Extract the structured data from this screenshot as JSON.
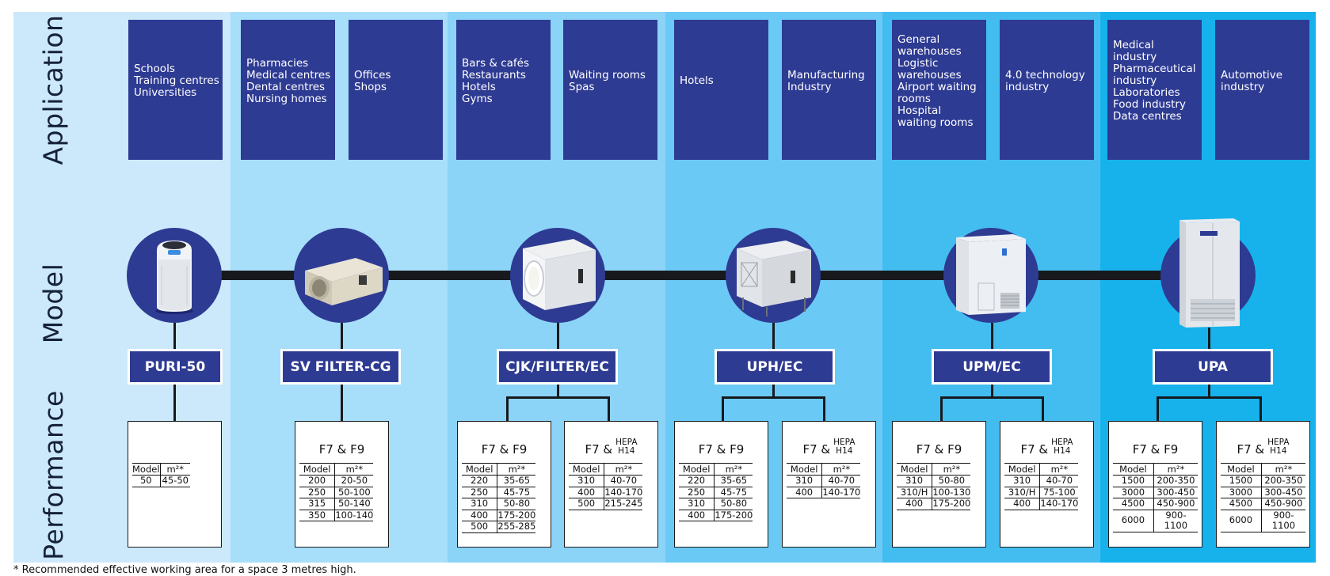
{
  "colors": {
    "bands": [
      "#cbe9fb",
      "#a7defa",
      "#8bd3f7",
      "#6bc9f5",
      "#43bdf0",
      "#17b2ec"
    ],
    "navy": "#2e3b93",
    "line": "#17191d"
  },
  "row_labels": {
    "application": "Application",
    "model": "Model",
    "performance": "Performance"
  },
  "applications": [
    {
      "lines": [
        "Schools",
        "Training centres",
        "Universities"
      ]
    },
    {
      "lines": [
        "Pharmacies",
        "Medical centres",
        "Dental centres",
        "Nursing homes"
      ]
    },
    {
      "lines": [
        "Offices",
        "Shops"
      ]
    },
    {
      "lines": [
        "Bars & cafés",
        "Restaurants",
        "Hotels",
        "Gyms"
      ]
    },
    {
      "lines": [
        "Waiting rooms",
        "Spas"
      ]
    },
    {
      "lines": [
        "Hotels"
      ]
    },
    {
      "lines": [
        "Manufacturing",
        "Industry"
      ]
    },
    {
      "lines": [
        "General",
        "warehouses",
        "Logistic",
        "warehouses",
        "Airport waiting",
        "rooms",
        "Hospital",
        "waiting rooms"
      ]
    },
    {
      "lines": [
        "4.0 technology",
        "industry"
      ]
    },
    {
      "lines": [
        "Medical",
        "industry",
        "Pharmaceutical",
        "industry",
        "Laboratories",
        "Food industry",
        "Data centres"
      ]
    },
    {
      "lines": [
        "Automotive",
        "industry"
      ]
    }
  ],
  "models": [
    {
      "name": "PURI-50",
      "image_icon": "air-purifier-tower-icon"
    },
    {
      "name": "SV FILTER-CG",
      "image_icon": "inline-filter-box-icon"
    },
    {
      "name": "CJK/FILTER/EC",
      "image_icon": "filter-cabinet-round-inlet-icon"
    },
    {
      "name": "UPH/EC",
      "image_icon": "purification-unit-cube-icon"
    },
    {
      "name": "UPM/EC",
      "image_icon": "purification-unit-tall-icon"
    },
    {
      "name": "UPA",
      "image_icon": "purification-unit-cabinet-icon"
    }
  ],
  "performance": {
    "header_model": "Model",
    "header_area": "m²*",
    "title_f7f9": "F7 & F9",
    "title_hepa_prefix": "F7 &",
    "title_hepa_top": "HEPA",
    "title_hepa_bottom": "H14",
    "boxes": [
      {
        "title": "",
        "rows": [
          [
            "50",
            "45-50"
          ]
        ]
      },
      {
        "title": "F7 & F9",
        "rows": [
          [
            "200",
            "20-50"
          ],
          [
            "250",
            "50-100"
          ],
          [
            "315",
            "50-140"
          ],
          [
            "350",
            "100-140"
          ]
        ]
      },
      {
        "title": "F7 & F9",
        "rows": [
          [
            "220",
            "35-65"
          ],
          [
            "250",
            "45-75"
          ],
          [
            "310",
            "50-80"
          ],
          [
            "400",
            "175-200"
          ],
          [
            "500",
            "255-285"
          ]
        ]
      },
      {
        "title": "hepa",
        "rows": [
          [
            "310",
            "40-70"
          ],
          [
            "400",
            "140-170"
          ],
          [
            "500",
            "215-245"
          ]
        ]
      },
      {
        "title": "F7 & F9",
        "rows": [
          [
            "220",
            "35-65"
          ],
          [
            "250",
            "45-75"
          ],
          [
            "310",
            "50-80"
          ],
          [
            "400",
            "175-200"
          ]
        ]
      },
      {
        "title": "hepa",
        "rows": [
          [
            "310",
            "40-70"
          ],
          [
            "400",
            "140-170"
          ]
        ]
      },
      {
        "title": "F7 & F9",
        "rows": [
          [
            "310",
            "50-80"
          ],
          [
            "310/H",
            "100-130"
          ],
          [
            "400",
            "175-200"
          ]
        ]
      },
      {
        "title": "hepa",
        "rows": [
          [
            "310",
            "40-70"
          ],
          [
            "310/H",
            "75-100"
          ],
          [
            "400",
            "140-170"
          ]
        ]
      },
      {
        "title": "F7 & F9",
        "rows": [
          [
            "1500",
            "200-350"
          ],
          [
            "3000",
            "300-450"
          ],
          [
            "4500",
            "450-900"
          ],
          [
            "6000",
            "900-1100"
          ]
        ]
      },
      {
        "title": "hepa",
        "rows": [
          [
            "1500",
            "200-350"
          ],
          [
            "3000",
            "300-450"
          ],
          [
            "4500",
            "450-900"
          ],
          [
            "6000",
            "900-1100"
          ]
        ]
      }
    ]
  },
  "footnote": "* Recommended effective working area for a space 3 metres high."
}
